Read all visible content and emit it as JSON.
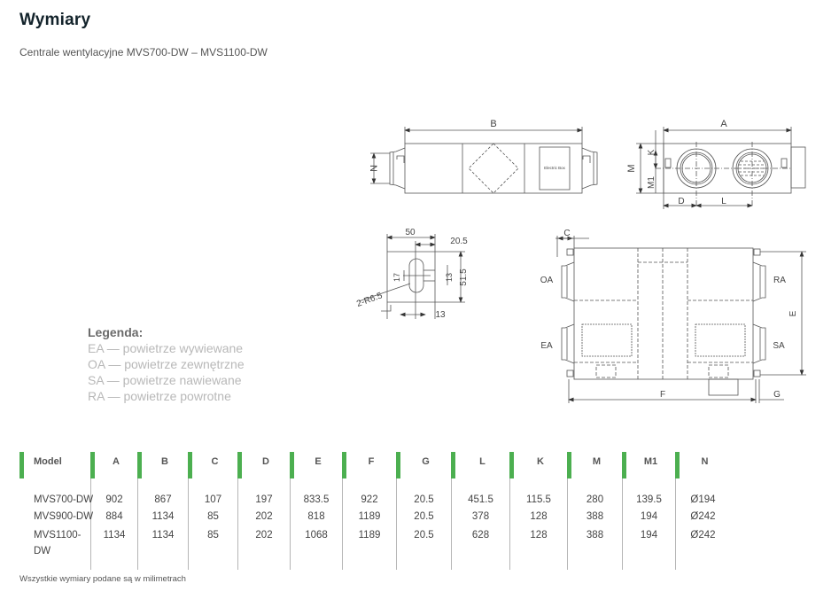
{
  "page": {
    "title": "Wymiary",
    "subtitle": "Centrale wentylacyjne MVS700-DW – MVS1100-DW",
    "footnote": "Wszystkie wymiary podane są w milimetrach"
  },
  "drawing": {
    "top_view": {
      "label_B": "B",
      "label_N": "N",
      "electric_box": "Electric Box"
    },
    "side_view": {
      "label_A": "A",
      "label_M": "M",
      "label_K": "K",
      "label_M1": "M1",
      "label_D": "D",
      "label_L": "L"
    },
    "bracket_detail": {
      "d50": "50",
      "d20_5": "20.5",
      "d51_5": "51.5",
      "d13a": "13",
      "d17": "17",
      "d13b": "13",
      "radius": "2-R6.5"
    },
    "front_view": {
      "label_C": "C",
      "label_E": "E",
      "label_F": "F",
      "label_G": "G",
      "OA": "OA",
      "EA": "EA",
      "RA": "RA",
      "SA": "SA"
    }
  },
  "legend": {
    "heading": "Legenda:",
    "items": [
      "EA — powietrze wywiewane",
      "OA — powietrze zewnętrzne",
      "SA — powietrze nawiewane",
      "RA — powietrze powrotne"
    ]
  },
  "table": {
    "accent_color": "#4caf50",
    "headers": [
      "Model",
      "A",
      "B",
      "C",
      "D",
      "E",
      "F",
      "G",
      "L",
      "K",
      "M",
      "M1",
      "N"
    ],
    "rows": [
      [
        "MVS700-DW",
        "902",
        "867",
        "107",
        "197",
        "833.5",
        "922",
        "20.5",
        "451.5",
        "115.5",
        "280",
        "139.5",
        "Ø194"
      ],
      [
        "MVS900-DW",
        "884",
        "1134",
        "85",
        "202",
        "818",
        "1189",
        "20.5",
        "378",
        "128",
        "388",
        "194",
        "Ø242"
      ],
      [
        "MVS1100-DW",
        "1134",
        "1134",
        "85",
        "202",
        "1068",
        "1189",
        "20.5",
        "628",
        "128",
        "388",
        "194",
        "Ø242"
      ]
    ]
  }
}
